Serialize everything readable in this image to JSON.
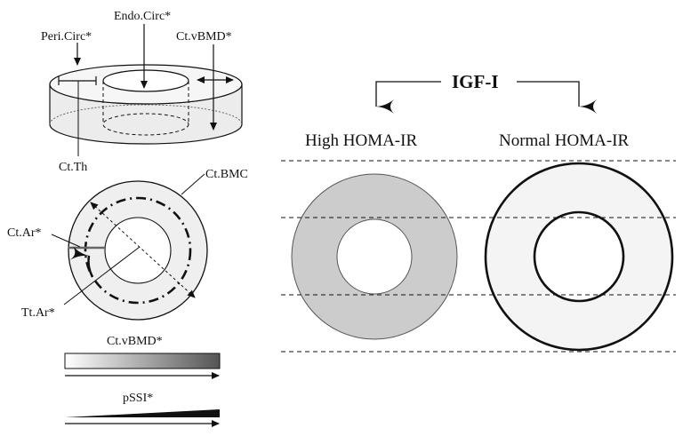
{
  "labels": {
    "endo_circ": "Endo.Circ*",
    "peri_circ": "Peri.Circ*",
    "ct_vbmd_top": "Ct.vBMD*",
    "ct_th": "Ct.Th",
    "ct_bmc": "Ct.BMC",
    "ct_ar": "Ct.Ar*",
    "tt_ar": "Tt.Ar*",
    "ct_vbmd_bar": "Ct.vBMD*",
    "pssi": "pSSI*",
    "igf": "IGF-I",
    "high_homa": "High HOMA-IR",
    "normal_homa": "Normal HOMA-IR"
  },
  "colors": {
    "stroke": "#111111",
    "cylinder_fill": "#ececec",
    "section_fill": "#efefef",
    "high_homa_fill": "#cccccc",
    "normal_homa_fill": "#f4f4f4",
    "gradient_start": "#ffffff",
    "gradient_end": "#555555"
  }
}
